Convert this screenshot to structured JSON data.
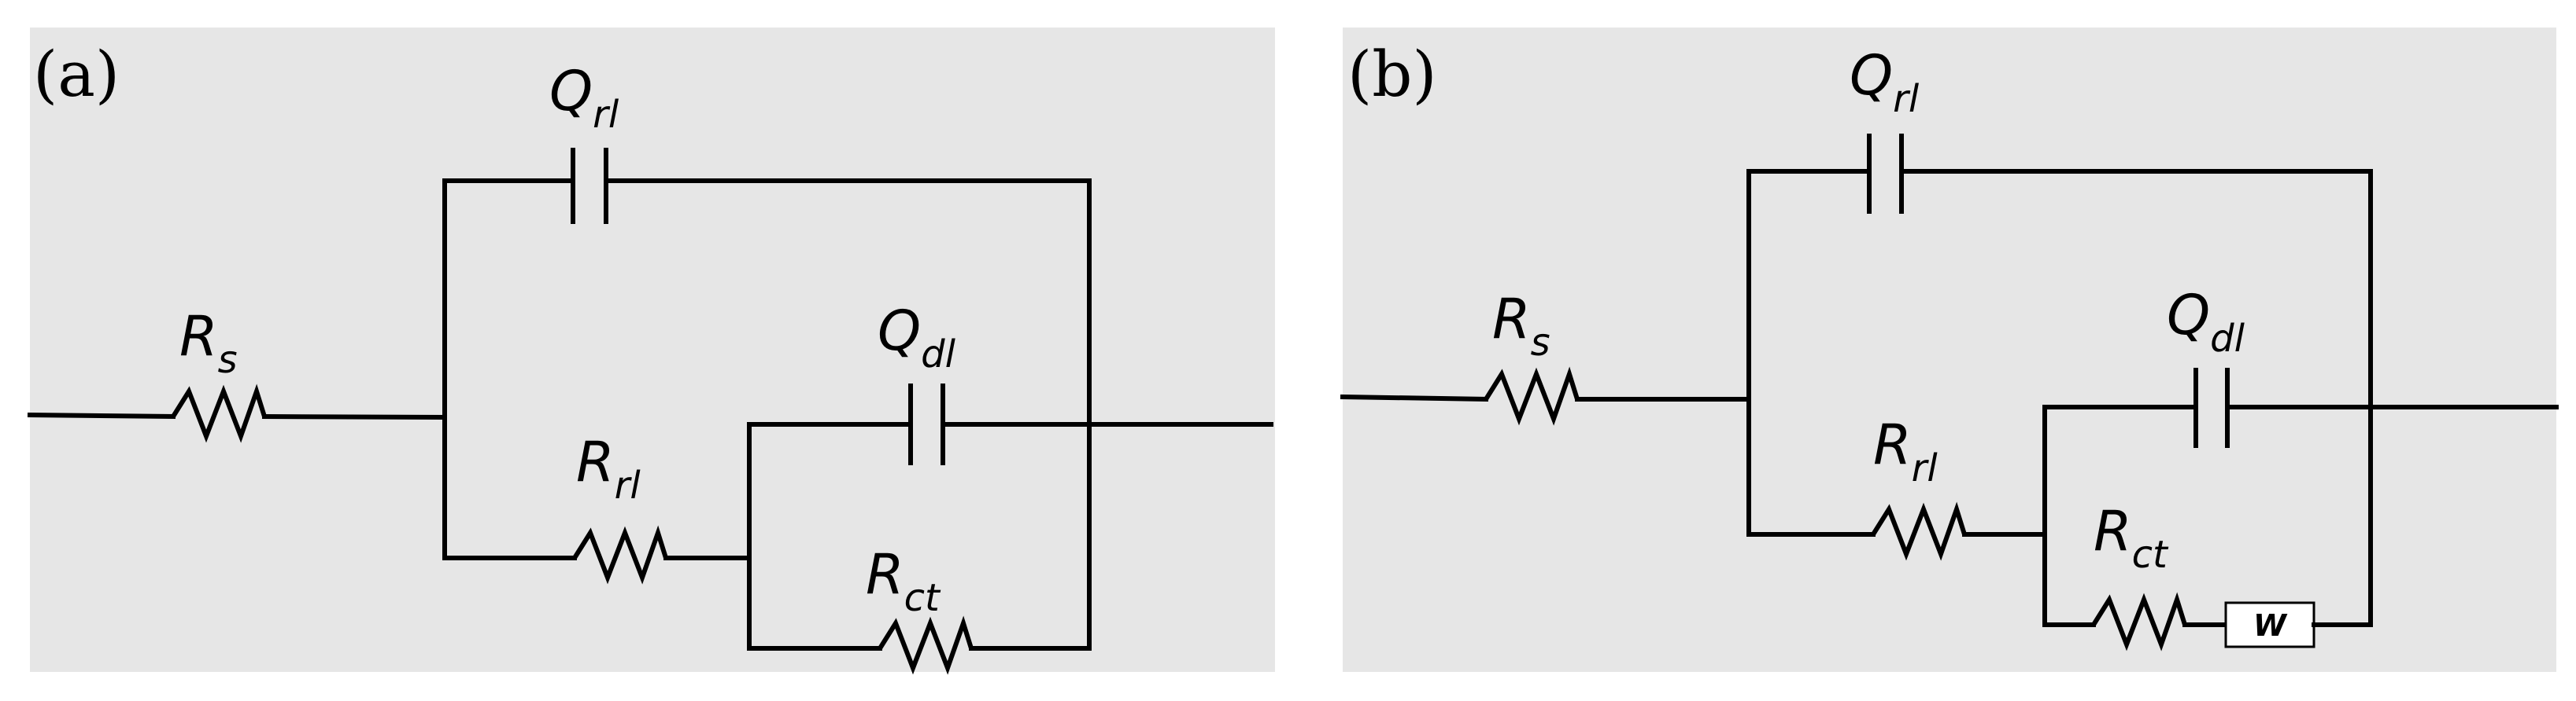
{
  "panel_a": {
    "label": "(a)",
    "components": {
      "rs": {
        "main": "R",
        "sub": "s"
      },
      "qrl": {
        "main": "Q",
        "sub": "rl"
      },
      "qdl": {
        "main": "Q",
        "sub": "dl"
      },
      "rrl": {
        "main": "R",
        "sub": "rl"
      },
      "rct": {
        "main": "R",
        "sub": "ct"
      }
    }
  },
  "panel_b": {
    "label": "(b)",
    "components": {
      "rs": {
        "main": "R",
        "sub": "s"
      },
      "qrl": {
        "main": "Q",
        "sub": "rl"
      },
      "qdl": {
        "main": "Q",
        "sub": "dl"
      },
      "rrl": {
        "main": "R",
        "sub": "rl"
      },
      "rct": {
        "main": "R",
        "sub": "ct"
      },
      "warburg": "W"
    }
  }
}
